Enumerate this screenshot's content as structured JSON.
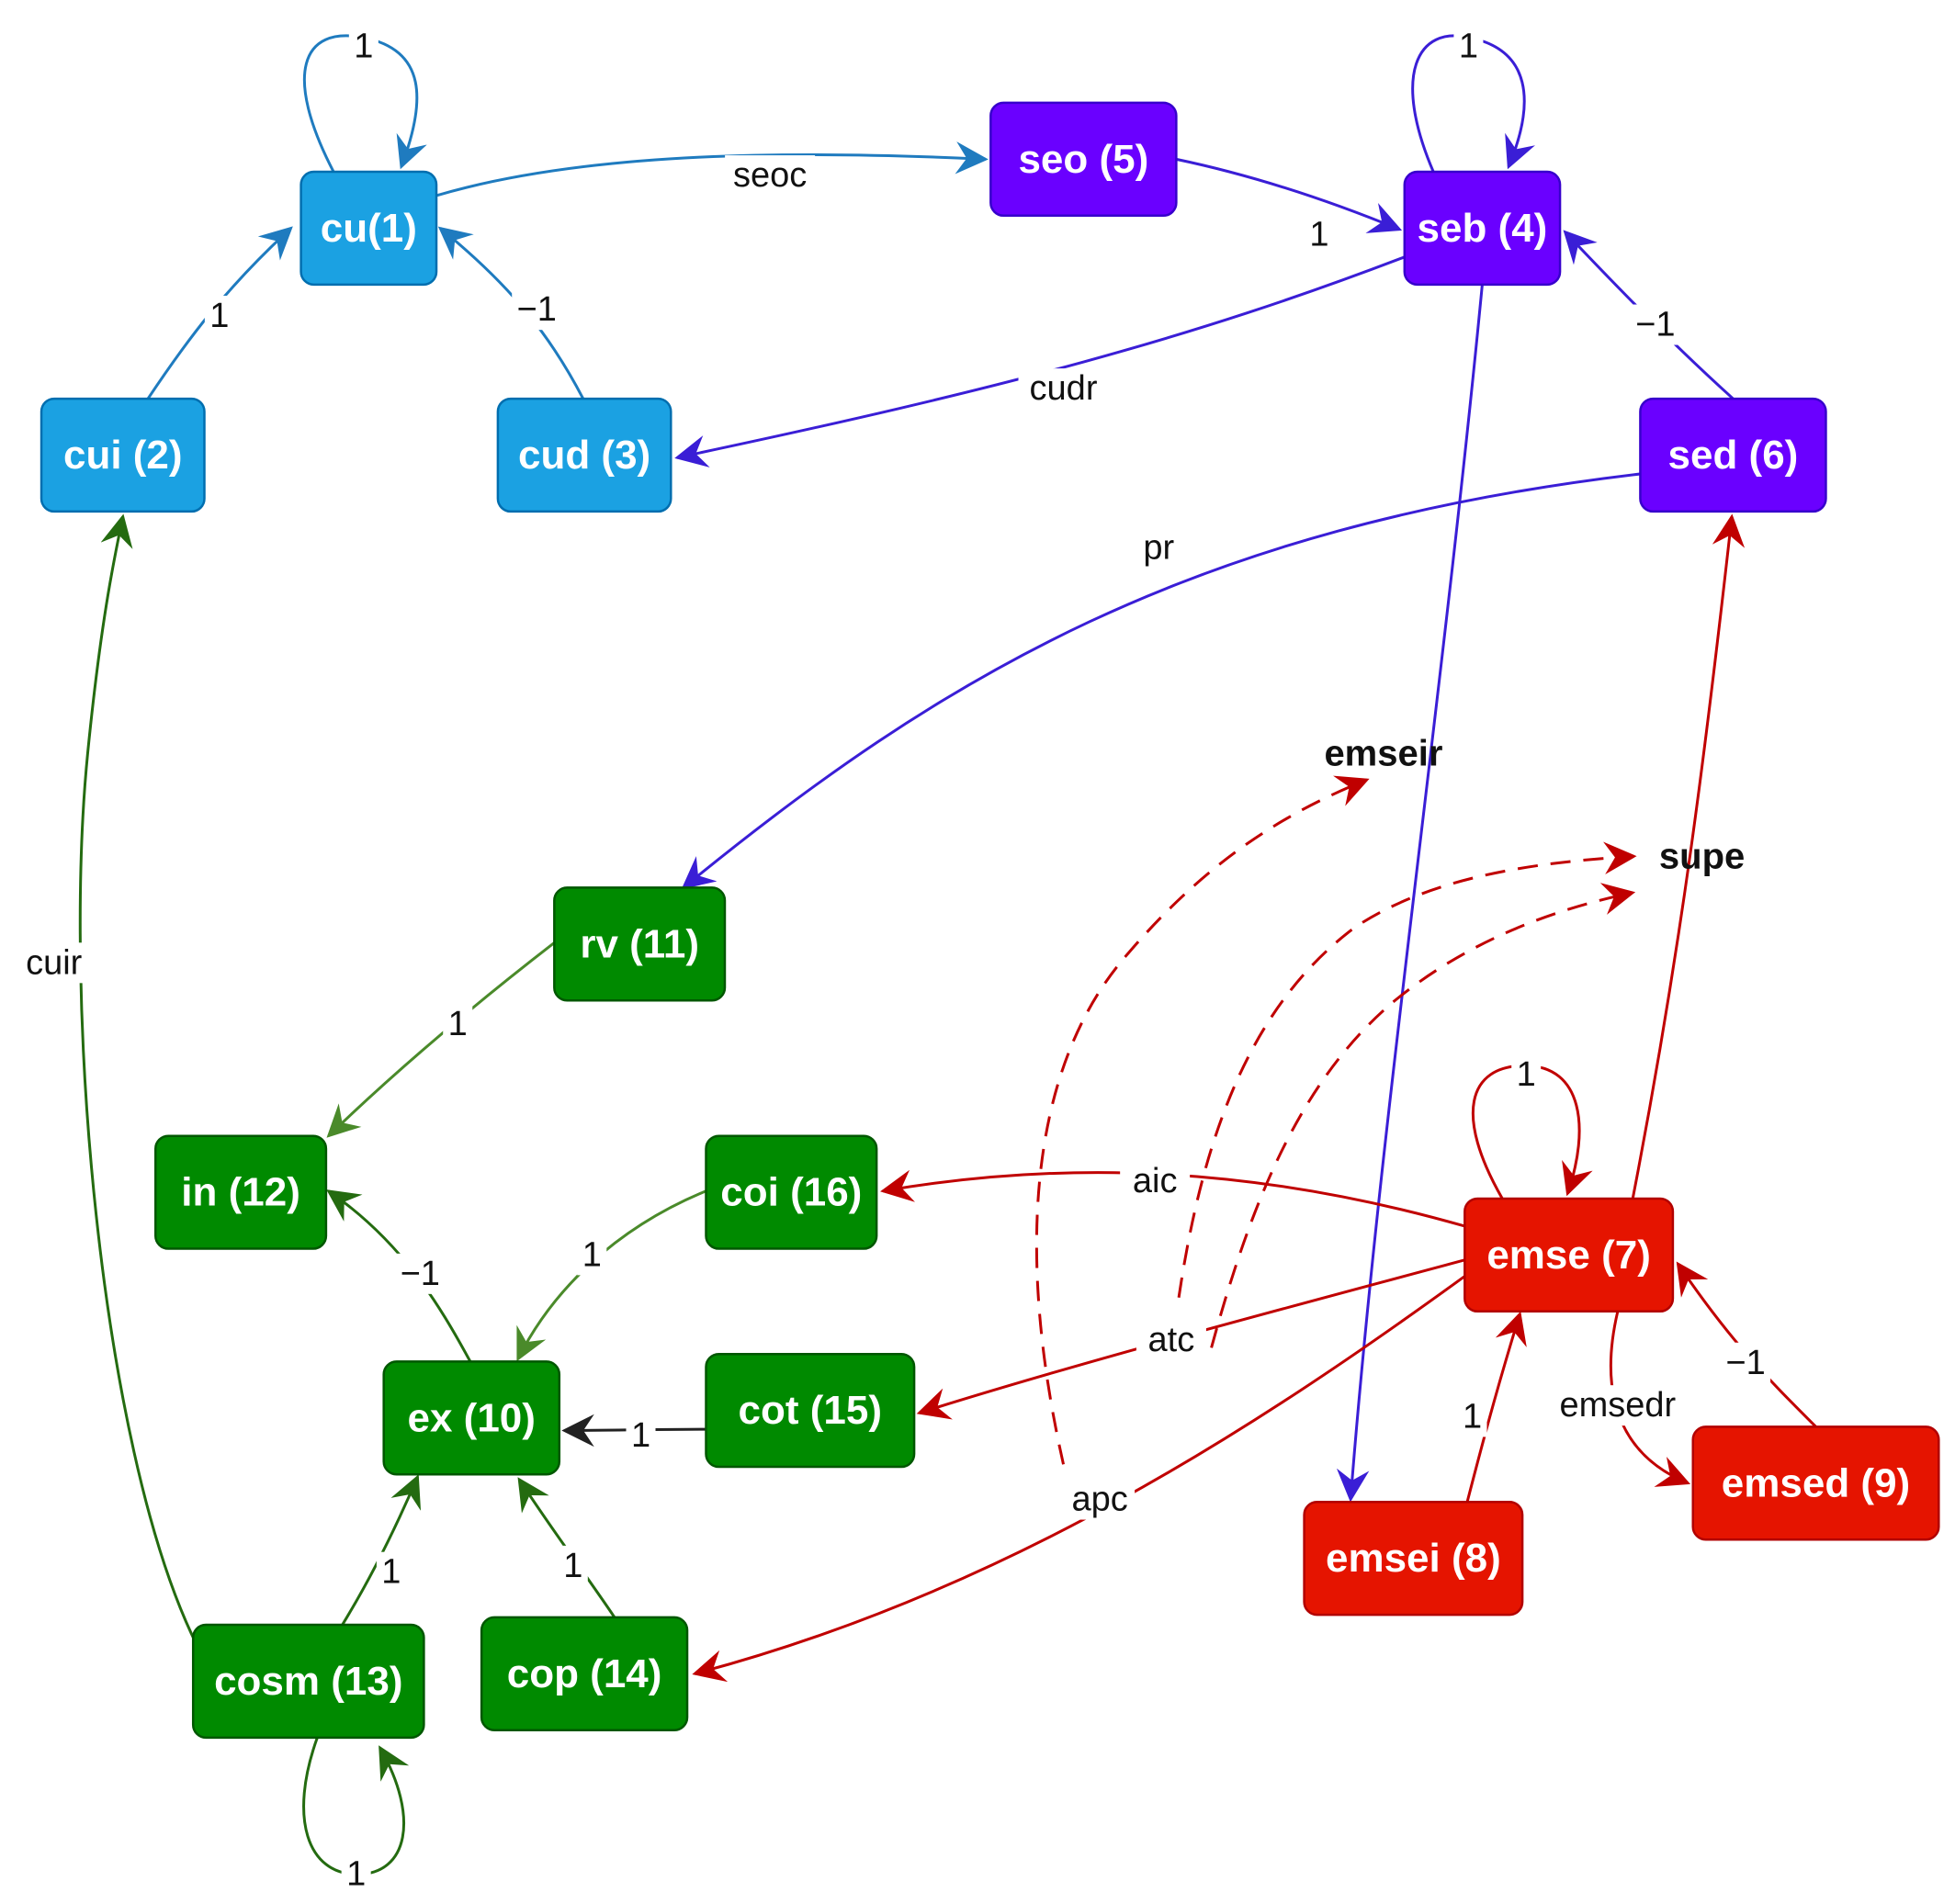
{
  "colors": {
    "blue": "#1ba1e2",
    "blue_stroke": "#006eaf",
    "purple": "#6a00ff",
    "purple_stroke": "#3700cc",
    "green": "#008a00",
    "green_stroke": "#005700",
    "red": "#e51400",
    "red_stroke": "#b20000",
    "edge_blue": "#1f7bbf",
    "edge_purple": "#3a1ed6",
    "edge_green": "#246b10",
    "edge_green_light": "#4a8a2a",
    "edge_red": "#c00000",
    "edge_black": "#222222"
  },
  "nodes": [
    {
      "id": "cu",
      "label": "cu(1)",
      "group": "blue"
    },
    {
      "id": "cui",
      "label": "cui (2)",
      "group": "blue"
    },
    {
      "id": "cud",
      "label": "cud (3)",
      "group": "blue"
    },
    {
      "id": "seb",
      "label": "seb (4)",
      "group": "purple"
    },
    {
      "id": "seo",
      "label": "seo (5)",
      "group": "purple"
    },
    {
      "id": "sed",
      "label": "sed (6)",
      "group": "purple"
    },
    {
      "id": "emse",
      "label": "emse (7)",
      "group": "red"
    },
    {
      "id": "emsei",
      "label": "emsei (8)",
      "group": "red"
    },
    {
      "id": "emsed",
      "label": "emsed (9)",
      "group": "red"
    },
    {
      "id": "ex",
      "label": "ex (10)",
      "group": "green"
    },
    {
      "id": "rv",
      "label": "rv (11)",
      "group": "green"
    },
    {
      "id": "in",
      "label": "in (12)",
      "group": "green"
    },
    {
      "id": "cosm",
      "label": "cosm (13)",
      "group": "green"
    },
    {
      "id": "cop",
      "label": "cop (14)",
      "group": "green"
    },
    {
      "id": "cot",
      "label": "cot (15)",
      "group": "green"
    },
    {
      "id": "coi",
      "label": "coi (16)",
      "group": "green"
    }
  ],
  "edges": [
    {
      "id": "cu-self",
      "from": "cu",
      "to": "cu",
      "label": "1",
      "color": "edge_blue"
    },
    {
      "id": "cui-cu",
      "from": "cui",
      "to": "cu",
      "label": "1",
      "color": "edge_blue"
    },
    {
      "id": "cud-cu",
      "from": "cud",
      "to": "cu",
      "label": "−1",
      "color": "edge_blue"
    },
    {
      "id": "cu-seo",
      "from": "cu",
      "to": "seo",
      "label": "seoc",
      "color": "edge_blue"
    },
    {
      "id": "seo-seb",
      "from": "seo",
      "to": "seb",
      "label": "1",
      "color": "edge_purple"
    },
    {
      "id": "seb-self",
      "from": "seb",
      "to": "seb",
      "label": "1",
      "color": "edge_purple"
    },
    {
      "id": "sed-seb",
      "from": "sed",
      "to": "seb",
      "label": "−1",
      "color": "edge_purple"
    },
    {
      "id": "seb-cud",
      "from": "seb",
      "to": "cud",
      "label": "cudr",
      "color": "edge_purple"
    },
    {
      "id": "sed-rv",
      "from": "sed",
      "to": "rv",
      "label": "pr",
      "color": "edge_purple"
    },
    {
      "id": "seb-emsei",
      "from": "seb",
      "to": "emsei",
      "label": "",
      "color": "edge_purple"
    },
    {
      "id": "emse-sed",
      "from": "emse",
      "to": "sed",
      "label": "",
      "color": "edge_red"
    },
    {
      "id": "emse-self",
      "from": "emse",
      "to": "emse",
      "label": "1",
      "color": "edge_red"
    },
    {
      "id": "emsei-emse",
      "from": "emsei",
      "to": "emse",
      "label": "1",
      "color": "edge_red"
    },
    {
      "id": "emsed-emse",
      "from": "emsed",
      "to": "emse",
      "label": "−1",
      "color": "edge_red"
    },
    {
      "id": "emse-emsed",
      "from": "emse",
      "to": "emsed",
      "label": "emsedr",
      "color": "edge_red"
    },
    {
      "id": "emse-coi",
      "from": "emse",
      "to": "coi",
      "label": "aic",
      "color": "edge_red"
    },
    {
      "id": "emse-cot",
      "from": "emse",
      "to": "cot",
      "label": "atc",
      "color": "edge_red"
    },
    {
      "id": "emse-cop",
      "from": "emse",
      "to": "cop",
      "label": "apc",
      "color": "edge_red"
    },
    {
      "id": "rv-in",
      "from": "rv",
      "to": "in",
      "label": "1",
      "color": "edge_green_light"
    },
    {
      "id": "ex-in",
      "from": "ex",
      "to": "in",
      "label": "−1",
      "color": "edge_green"
    },
    {
      "id": "coi-ex",
      "from": "coi",
      "to": "ex",
      "label": "1",
      "color": "edge_green_light"
    },
    {
      "id": "cot-ex",
      "from": "cot",
      "to": "ex",
      "label": "1",
      "color": "edge_black"
    },
    {
      "id": "cosm-ex",
      "from": "cosm",
      "to": "ex",
      "label": "1",
      "color": "edge_green"
    },
    {
      "id": "cop-ex",
      "from": "cop",
      "to": "ex",
      "label": "1",
      "color": "edge_green"
    },
    {
      "id": "cosm-self",
      "from": "cosm",
      "to": "cosm",
      "label": "1",
      "color": "edge_green"
    },
    {
      "id": "cosm-cui",
      "from": "cosm",
      "to": "cui",
      "label": "cuir",
      "color": "edge_green"
    },
    {
      "id": "dash-emseir",
      "from": "",
      "to": "emseir",
      "label": "",
      "color": "edge_red",
      "dashed": true
    },
    {
      "id": "dash-supe-1",
      "from": "",
      "to": "supe",
      "label": "",
      "color": "edge_red",
      "dashed": true
    },
    {
      "id": "dash-supe-2",
      "from": "",
      "to": "supe",
      "label": "",
      "color": "edge_red",
      "dashed": true
    }
  ],
  "floating_labels": [
    {
      "id": "emseir",
      "text": "emseir"
    },
    {
      "id": "supe",
      "text": "supe"
    }
  ]
}
